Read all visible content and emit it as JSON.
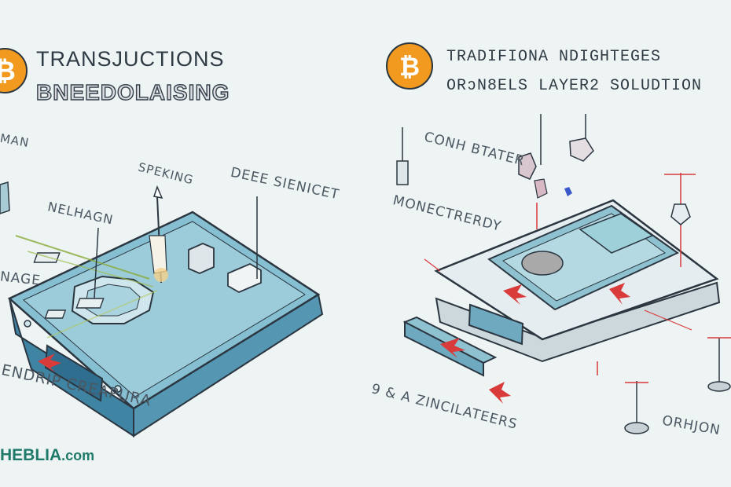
{
  "left": {
    "title_line1": "TRANSJUCTIONS",
    "title_line2": "BNEEDOLAISING",
    "labels": {
      "top_left": "MAN",
      "speking": "SPEKING",
      "deee": "DEEE SIENICET",
      "nelhagn": "NELHAGN",
      "nage": "NAGE",
      "bottom": "ENDRIP CREAPURA"
    }
  },
  "right": {
    "title_line1": "TRADIFIONA NDIGHTEGES",
    "title_line2": "ORↄN8ELS LAYER2  SOLUDTION",
    "labels": {
      "conh": "CONH BTATER",
      "monec": "MONECTRERDY",
      "bottom": "9 &  A ZINCILATEERS",
      "orhion": "ORHJON"
    }
  },
  "watermark": {
    "brand": "HEBLIA",
    "suffix": ".com"
  },
  "colors": {
    "bitcoin": "#f29a1f",
    "device_top": "#7fb8cc",
    "device_side": "#4a8da8",
    "device_right": "#d9e2e6",
    "arrow_red": "#d93a3a",
    "outline": "#2b3640"
  }
}
